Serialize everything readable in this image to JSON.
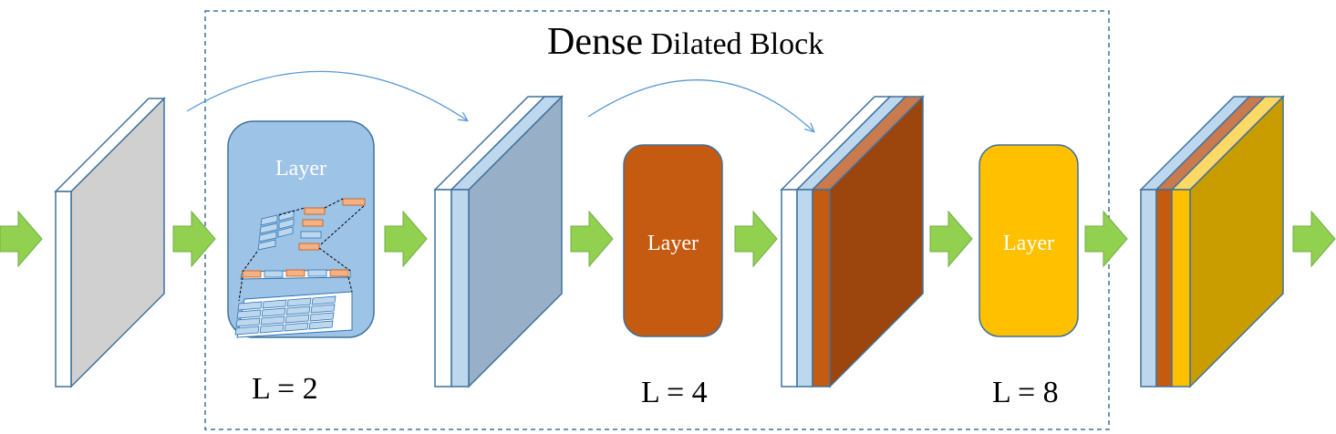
{
  "block_title": {
    "main": "Dense",
    "rest": " Dilated Block"
  },
  "layers": [
    {
      "label": "Layer",
      "dilation": "L = 2",
      "color": "#9DC3E6"
    },
    {
      "label": "Layer",
      "dilation": "L = 4",
      "color": "#C55A11"
    },
    {
      "label": "Layer",
      "dilation": "L = 8",
      "color": "#FFC000"
    }
  ],
  "colors": {
    "arrow": "#92D050",
    "input_map": "#D0D0D0",
    "block_border": "#41719C",
    "slice_light_blue": "#BDD7EE"
  }
}
